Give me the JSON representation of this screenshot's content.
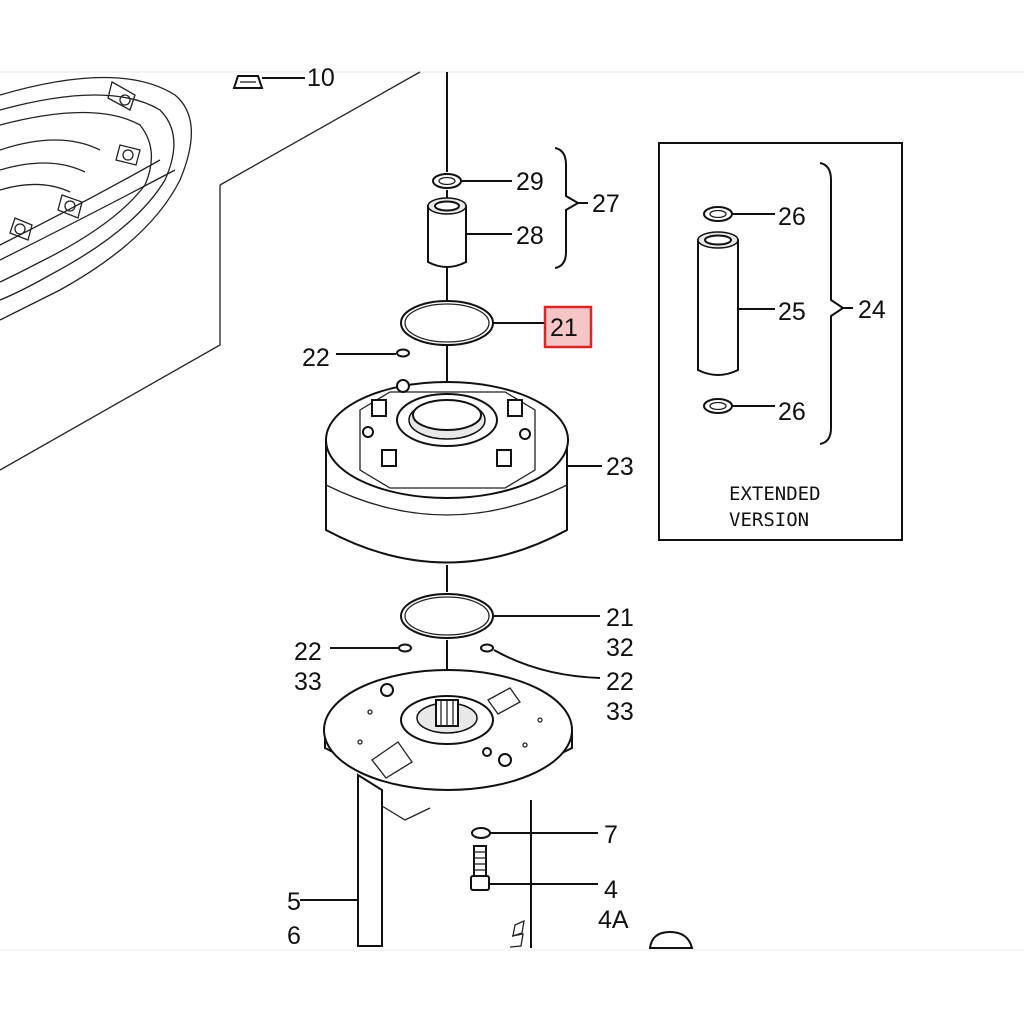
{
  "callouts": {
    "c10": "10",
    "c29": "29",
    "c27": "27",
    "c28": "28",
    "c21_highlighted": "21",
    "c22_top": "22",
    "c23": "23",
    "c21_lower": "21",
    "c32": "32",
    "c22_left": "22",
    "c33_left": "33",
    "c22_right": "22",
    "c33_right": "33",
    "c7": "7",
    "c4": "4",
    "c4a": "4A",
    "c5": "5",
    "c6": "6"
  },
  "inset": {
    "c26_top": "26",
    "c25": "25",
    "c24": "24",
    "c26_bottom": "26",
    "caption_line1": "EXTENDED",
    "caption_line2": "VERSION"
  },
  "colors": {
    "highlight_fill": "#f6c6c6",
    "highlight_border": "#d9262a",
    "line": "#111111"
  }
}
